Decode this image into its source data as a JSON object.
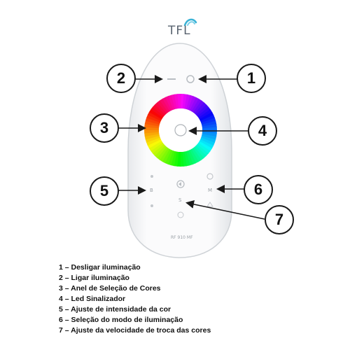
{
  "brand": {
    "logo_text": "TFL"
  },
  "remote": {
    "button_letters": {
      "left_mid": "B",
      "center_mid": "S",
      "right_mid": "M"
    },
    "model_text": "RF 910 MF"
  },
  "callouts": [
    "1",
    "2",
    "3",
    "4",
    "5",
    "6",
    "7"
  ],
  "legend": [
    "1 – Desligar iluminação",
    "2 – Ligar iluminação",
    "3 – Anel de Seleção de Cores",
    "4 – Led Sinalizador",
    "5 – Ajuste de intensidade da cor",
    "6 – Seleção do modo de iluminação",
    "7 – Ajuste da velocidade de troca das cores"
  ],
  "colors": {
    "ring": "rainbow",
    "remote_body": "#f6f7f8",
    "arrow": "#1a1a1a"
  }
}
